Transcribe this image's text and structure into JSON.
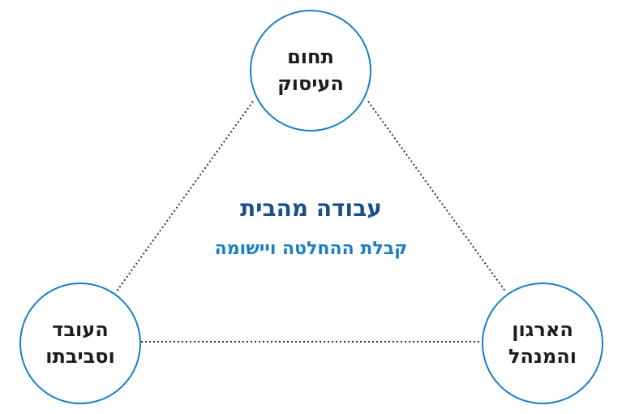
{
  "center": {
    "title": "עבודה מהבית",
    "subtitle": "קבלת ההחלטה ויישומה"
  },
  "nodes": {
    "top": {
      "line1": "תחום",
      "line2": "העיסוק"
    },
    "left": {
      "line1": "העובד",
      "line2": "וסביבתו"
    },
    "right": {
      "line1": "הארגון",
      "line2": "והמנהל"
    }
  },
  "colors": {
    "circle_border": "#1a7fc4",
    "title": "#1b4f8a",
    "subtitle": "#1a7fc4",
    "node_text": "#1d1d1d",
    "connector": "#333333"
  }
}
